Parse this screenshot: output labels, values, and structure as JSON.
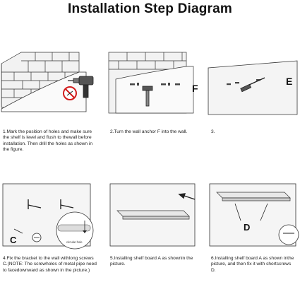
{
  "title": "Installation Step Diagram",
  "steps": [
    {
      "caption": "1.Mark the position of holes and make sure the shelf is level and flush to thewall before installation. Then drill the holes as shown in the figure."
    },
    {
      "caption": "2.Turn the wall anchor F into the wall.",
      "label": "F"
    },
    {
      "caption": "3.",
      "label": "E"
    },
    {
      "caption": "4.Fix the bracket to the wall withlong screws C.(NOTE: The screwholes of metal pipe need to facedownward as shown in the picture.)",
      "label": "C",
      "note": "circular hole"
    },
    {
      "caption": "5.Installing shelf board A as shownin the picture."
    },
    {
      "caption": "6.Installing shelf board A as shown inthe picture, and then fix it with shortscrews D.",
      "label": "D"
    }
  ]
}
